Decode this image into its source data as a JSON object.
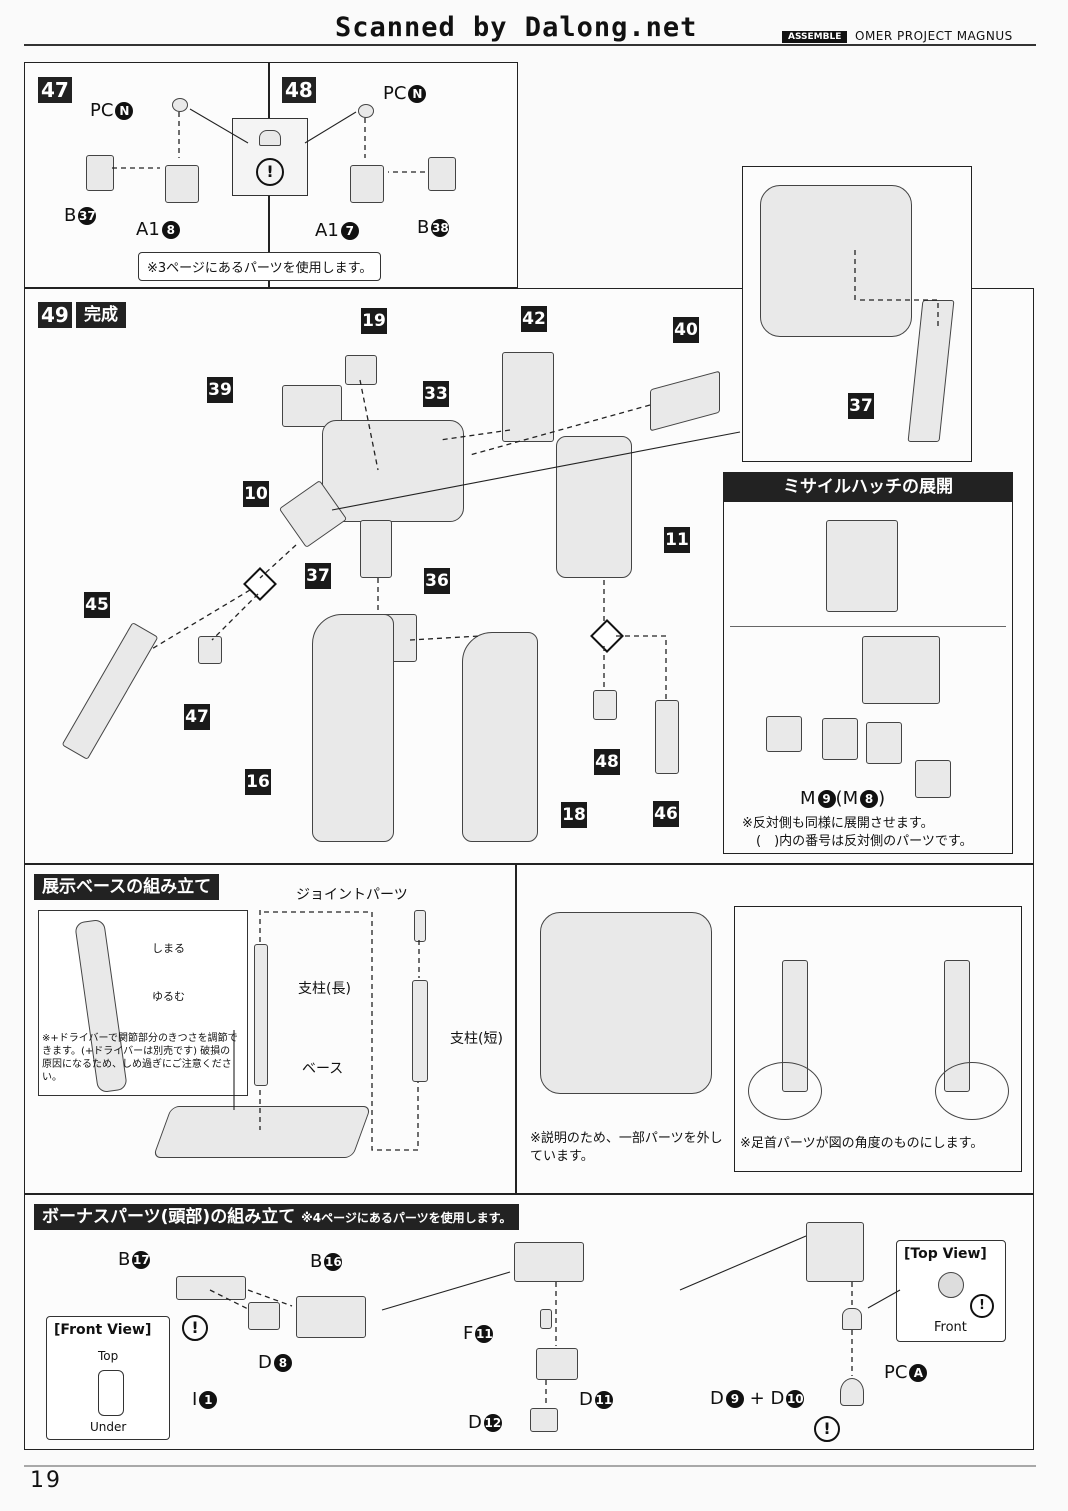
{
  "header": {
    "watermark": "Scanned by Dalong.net",
    "assemble": "ASSEMBLE",
    "product": "OMER PROJECT MAGNUS"
  },
  "step47": {
    "num": "47",
    "pc": "PC",
    "pc_id": "N",
    "b": "B",
    "b_id": "37",
    "a": "A1",
    "a_id": "8"
  },
  "step48": {
    "num": "48",
    "pc": "PC",
    "pc_id": "N",
    "b": "B",
    "b_id": "38",
    "a": "A1",
    "a_id": "7",
    "note": "※3ページにあるパーツを使用します。"
  },
  "step49": {
    "num": "49",
    "title": "完成",
    "parts": [
      "19",
      "42",
      "40",
      "39",
      "33",
      "10",
      "11",
      "37",
      "36",
      "45",
      "47",
      "16",
      "18",
      "48",
      "46"
    ],
    "inset_37": "37"
  },
  "missile": {
    "title": "ミサイルハッチの展開",
    "label": "M",
    "id1": "9",
    "id2": "8",
    "note1": "※反対側も同様に展開させます。",
    "note2": "(　)内の番号は反対側のパーツです。"
  },
  "base": {
    "title": "展示ベースの組み立て",
    "tighten": "しまる",
    "loosen": "ゆるむ",
    "note": "※+ドライバーで関節部分のきつさを調節できます。(+ドライバーは別売です) 破損の原因になるため、しめ過ぎにご注意ください。",
    "joint": "ジョイントパーツ",
    "long": "支柱(長)",
    "short": "支柱(短)",
    "base": "ベース",
    "note2": "※説明のため、一部パーツを外しています。",
    "note3": "※足首パーツが図の角度のものにします。"
  },
  "bonus": {
    "title": "ボーナスパーツ(頭部)の組み立て",
    "sub": "※4ページにあるパーツを使用します。",
    "b": "B",
    "b17": "17",
    "b16": "16",
    "d": "D",
    "d8": "8",
    "i": "I",
    "i1": "1",
    "front_view": "[Front View]",
    "top": "Top",
    "under": "Under",
    "f": "F",
    "f11": "11",
    "d11": "11",
    "d12": "12",
    "top_view": "[Top View]",
    "front": "Front",
    "pc": "PC",
    "pca": "A",
    "d9": "9",
    "d10": "10",
    "plus": "+"
  },
  "page": "19"
}
